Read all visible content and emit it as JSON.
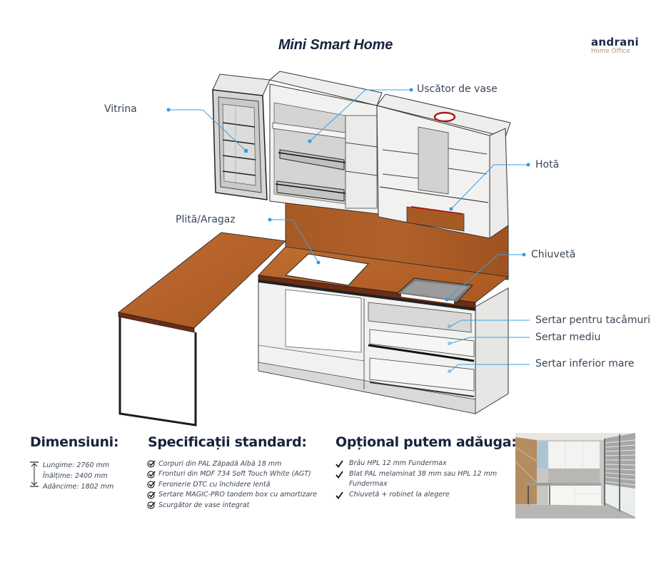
{
  "header": {
    "title": "Mini Smart Home",
    "logo": {
      "main": "andrani",
      "sub": "Home Office"
    }
  },
  "diagram": {
    "accent_color": "#2f9be6",
    "wood_color": "#b9652a",
    "carcass_color": "#ececea",
    "callouts": [
      {
        "id": "vitrina",
        "label": "Vitrina"
      },
      {
        "id": "uscator",
        "label": "Uscător de vase"
      },
      {
        "id": "hota",
        "label": "Hotă"
      },
      {
        "id": "plita",
        "label": "Plită/Aragaz"
      },
      {
        "id": "chiuveta",
        "label": "Chiuvetă"
      },
      {
        "id": "sertar-tacamuri",
        "label": "Sertar pentru tacâmuri"
      },
      {
        "id": "sertar-mediu",
        "label": "Sertar mediu"
      },
      {
        "id": "sertar-inferior",
        "label": "Sertar inferior mare"
      }
    ]
  },
  "dimensions": {
    "title": "Dimensiuni:",
    "items": [
      "Lungime: 2760 mm",
      "Înălțime: 2400 mm",
      "Adâncime: 1802 mm"
    ]
  },
  "specifications": {
    "title": "Specificații standard:",
    "items": [
      "Corpuri din PAL Zăpadă Albă 18 mm",
      "Fronturi din MDF 734 Soft Touch White (AGT)",
      "Feronerie DTC cu închidere lentă",
      "Sertare MAGIC-PRO tandem box cu amortizare",
      "Scurgător de vase integrat"
    ]
  },
  "optional": {
    "title": "Opțional putem adăuga:",
    "items": [
      "Brâu HPL 12 mm Fundermax",
      "Blat PAL melaminat 38 mm sau HPL 12 mm Fundermax",
      "Chiuvetă + robinet la alegere"
    ]
  },
  "photo": {
    "alt": "kitchen-installation-photo"
  }
}
